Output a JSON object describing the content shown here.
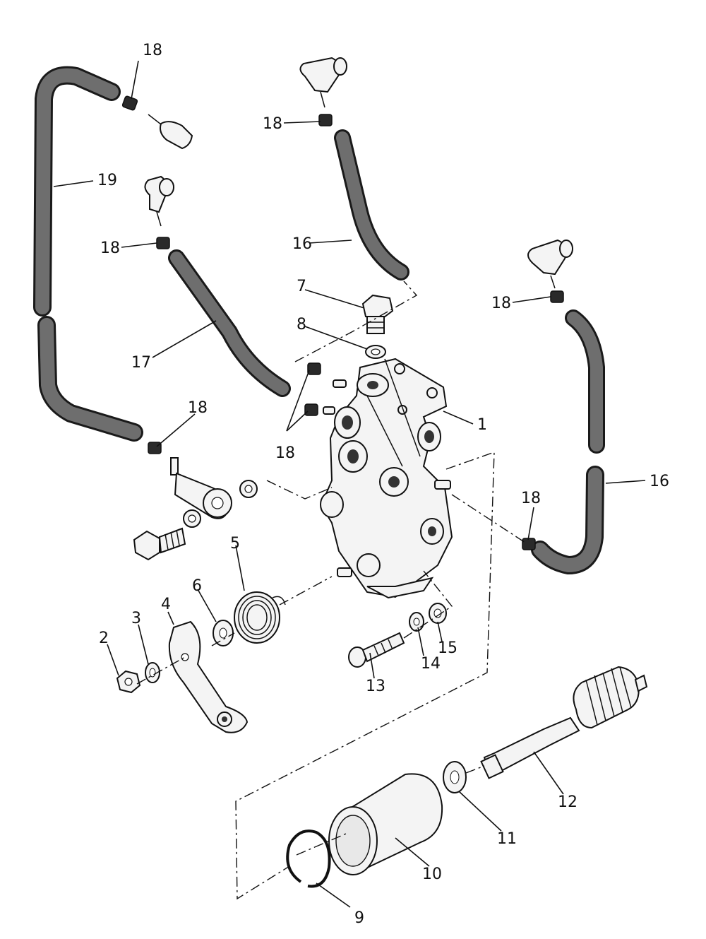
{
  "callouts": {
    "c1": "1",
    "c2": "2",
    "c3": "3",
    "c4": "4",
    "c5": "5",
    "c6": "6",
    "c7": "7",
    "c8": "8",
    "c9": "9",
    "c10": "10",
    "c11": "11",
    "c12": "12",
    "c13": "13",
    "c14": "14",
    "c15": "15",
    "c16a": "16",
    "c16b": "16",
    "c17": "17",
    "c18a": "18",
    "c18b": "18",
    "c18c": "18",
    "c18d": "18",
    "c18e": "18",
    "c18f": "18",
    "c18g": "18",
    "c19": "19"
  }
}
